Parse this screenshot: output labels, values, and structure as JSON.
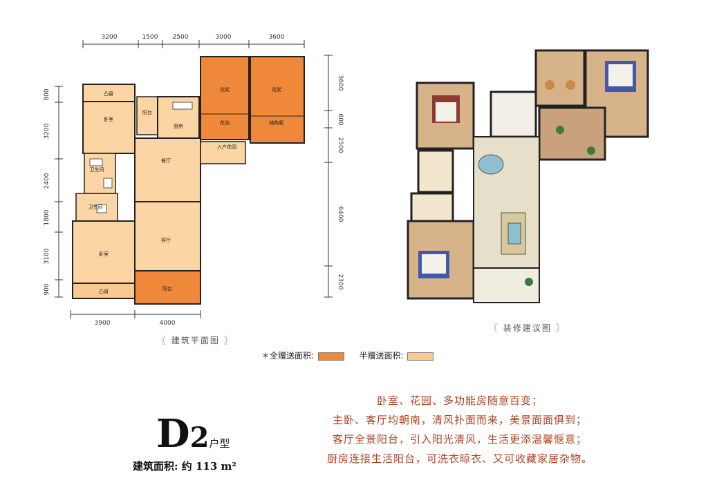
{
  "plan": {
    "top_dims": [
      "3200",
      "1500",
      "2500",
      "3000",
      "3600"
    ],
    "left_dims": [
      "800",
      "3200",
      "2400",
      "1800",
      "3100",
      "900"
    ],
    "right_dims": [
      "3600",
      "600",
      "2500",
      "6400",
      "2300"
    ],
    "bottom_dims": [
      "3900",
      "4000"
    ],
    "rooms": {
      "bay_window_top": "凸窗",
      "bedroom_top": "卧室",
      "balcony_small": "阳台",
      "kitchen": "厨房",
      "garden_1": "花架",
      "garden_2": "花架",
      "flower_pond": "花池",
      "structure_slab": "结构板",
      "bathroom_1": "卫生间",
      "bathroom_2": "卫生间",
      "dining": "餐厅",
      "entry_garden": "入户花园",
      "living": "客厅",
      "bedroom_bottom": "卧室",
      "bay_window_bottom": "凸窗",
      "balcony_bottom": "阳台"
    }
  },
  "captions": {
    "plan": "〖 建筑平面图 〗",
    "decor": "〖 装修建议图 〗"
  },
  "legend": {
    "full_label": "＊全赠送面积:",
    "half_label": "半赠送面积:",
    "full_color": "#f0883a",
    "half_color": "#f9c98f"
  },
  "unit": {
    "letter": "D",
    "number": "2",
    "type_label": "户型",
    "area_label": "建筑面积: 约 113 m²"
  },
  "description": [
    "卧室、花园、多功能房随意百变；",
    "主卧、客厅均朝南，清风扑面而来，美景面面俱到；",
    "客厅全景阳台，引入阳光清风，生活更添温馨惬意；",
    "厨房连接生活阳台，可洗衣晾衣、又可收藏家居杂物。"
  ],
  "colors": {
    "room_fill": "#fbd6a4",
    "orange_fill": "#f0883a",
    "wall": "#222222",
    "desc_text": "#b0401e"
  }
}
